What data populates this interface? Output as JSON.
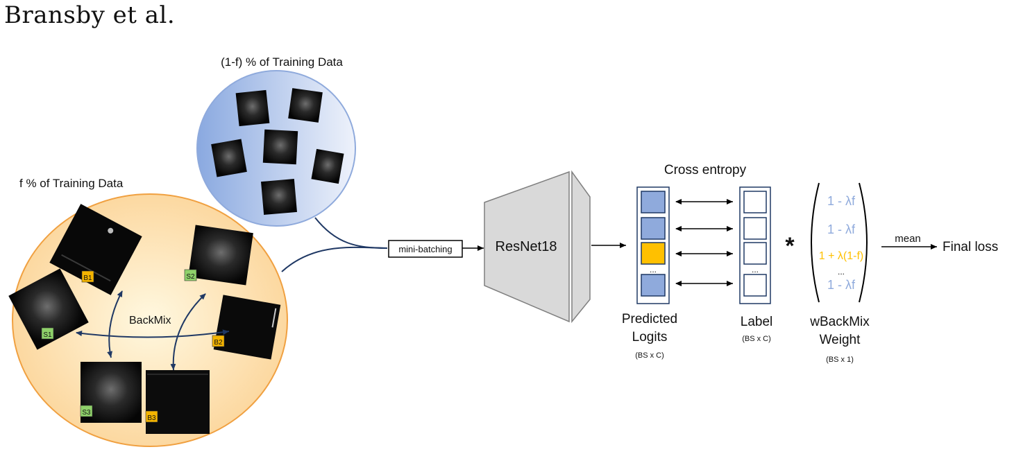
{
  "header": {
    "author": "Bransby et al."
  },
  "pools": {
    "unmixed_label": "(1-f) % of Training Data",
    "mixed_label": "f % of Training Data",
    "backmix_label": "BackMix",
    "tags": [
      {
        "text": "S1",
        "kind": "foreground",
        "color": "#8fd16a"
      },
      {
        "text": "B1",
        "kind": "background",
        "color": "#f4b400"
      },
      {
        "text": "S2",
        "kind": "foreground",
        "color": "#8fd16a"
      },
      {
        "text": "B2",
        "kind": "background",
        "color": "#f4b400"
      },
      {
        "text": "S3",
        "kind": "foreground",
        "color": "#8fd16a"
      },
      {
        "text": "B3",
        "kind": "background",
        "color": "#f4b400"
      }
    ]
  },
  "pipeline": {
    "batching_label": "mini-batching",
    "model_label": "ResNet18",
    "loss_title": "Cross entropy",
    "logits_label_line1": "Predicted",
    "logits_label_line2": "Logits",
    "logits_shape": "(BS x C)",
    "label_label": "Label",
    "label_shape": "(BS x C)",
    "weight_label_line1": "wBackMix",
    "weight_label_line2": "Weight",
    "weight_shape": "(BS x 1)",
    "ellipsis": "...",
    "multiply_symbol": "*",
    "weights": [
      {
        "text": "1 - λf",
        "kind": "unmixed"
      },
      {
        "text": "1 - λf",
        "kind": "unmixed"
      },
      {
        "text": "1 + λ(1-f)",
        "kind": "mixed"
      },
      {
        "text": "...",
        "kind": "ellipsis"
      },
      {
        "text": "1 - λf",
        "kind": "unmixed"
      }
    ],
    "reduce_label": "mean",
    "output_label": "Final loss"
  },
  "colors": {
    "unmixed_cell": "#8faadc",
    "mixed_cell": "#ffc000",
    "unmixed_text": "#8faadc",
    "mixed_text": "#ffc000",
    "cell_border": "#1f3864",
    "model_fill": "#d9d9d9",
    "orange_pool": "#f4b183",
    "blue_pool": "#8faadc"
  }
}
